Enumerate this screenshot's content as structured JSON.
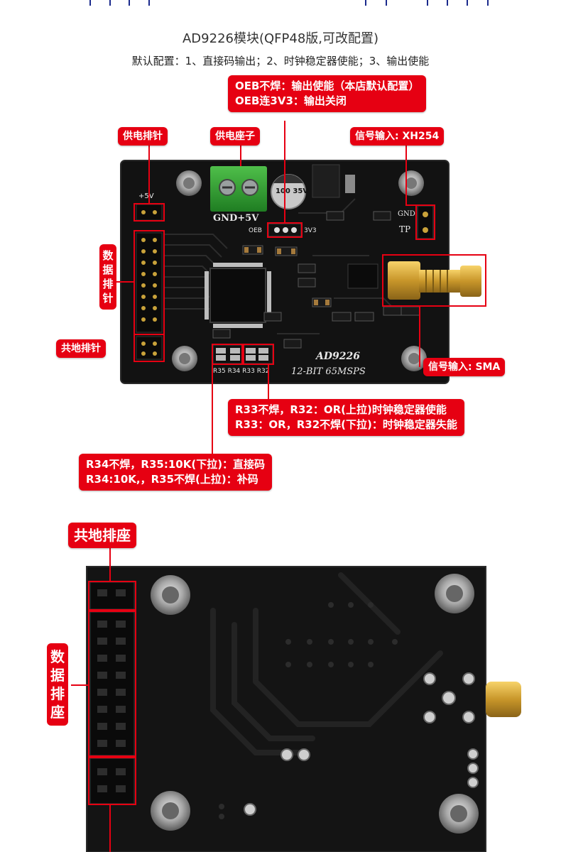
{
  "header": {
    "title": "AD9226模块(QFP48版,可改配置)",
    "subtitle": "默认配置：1、直接码输出；2、时钟稳定器使能；3、输出使能"
  },
  "labels": {
    "oeb_line1": "OEB不焊：输出使能（本店默认配置）",
    "oeb_line2": "OEB连3V3：输出关闭",
    "power_header": "供电排针",
    "power_socket": "供电座子",
    "signal_xh254": "信号输入: XH254",
    "data_header": "数据排针",
    "ground_header": "共地排针",
    "signal_sma": "信号输入: SMA",
    "r33_line1": "R33不焊，R32：OR(上拉)时钟稳定器使能",
    "r33_line2": "R33：OR，R32不焊(下拉)：时钟稳定器失能",
    "r34_line1": "R34不焊，R35:10K(下拉)：直接码",
    "r34_line2": "R34:10K,，R35不焊(上拉)：补码",
    "ground_socket": "共地排座",
    "data_socket": "数据排座"
  },
  "board": {
    "chip_label": "AD9226",
    "chip_spec": "12-BIT 65MSPS",
    "silk_gnd5v": "GND+5V",
    "silk_plus5v": "+5V",
    "silk_oeb": "OEB",
    "silk_3v3": "3V3",
    "silk_gnd": "GND",
    "silk_tp": "TP",
    "silk_cap": "100 35V",
    "silk_resistors": "R35 R34 R33 R32"
  }
}
